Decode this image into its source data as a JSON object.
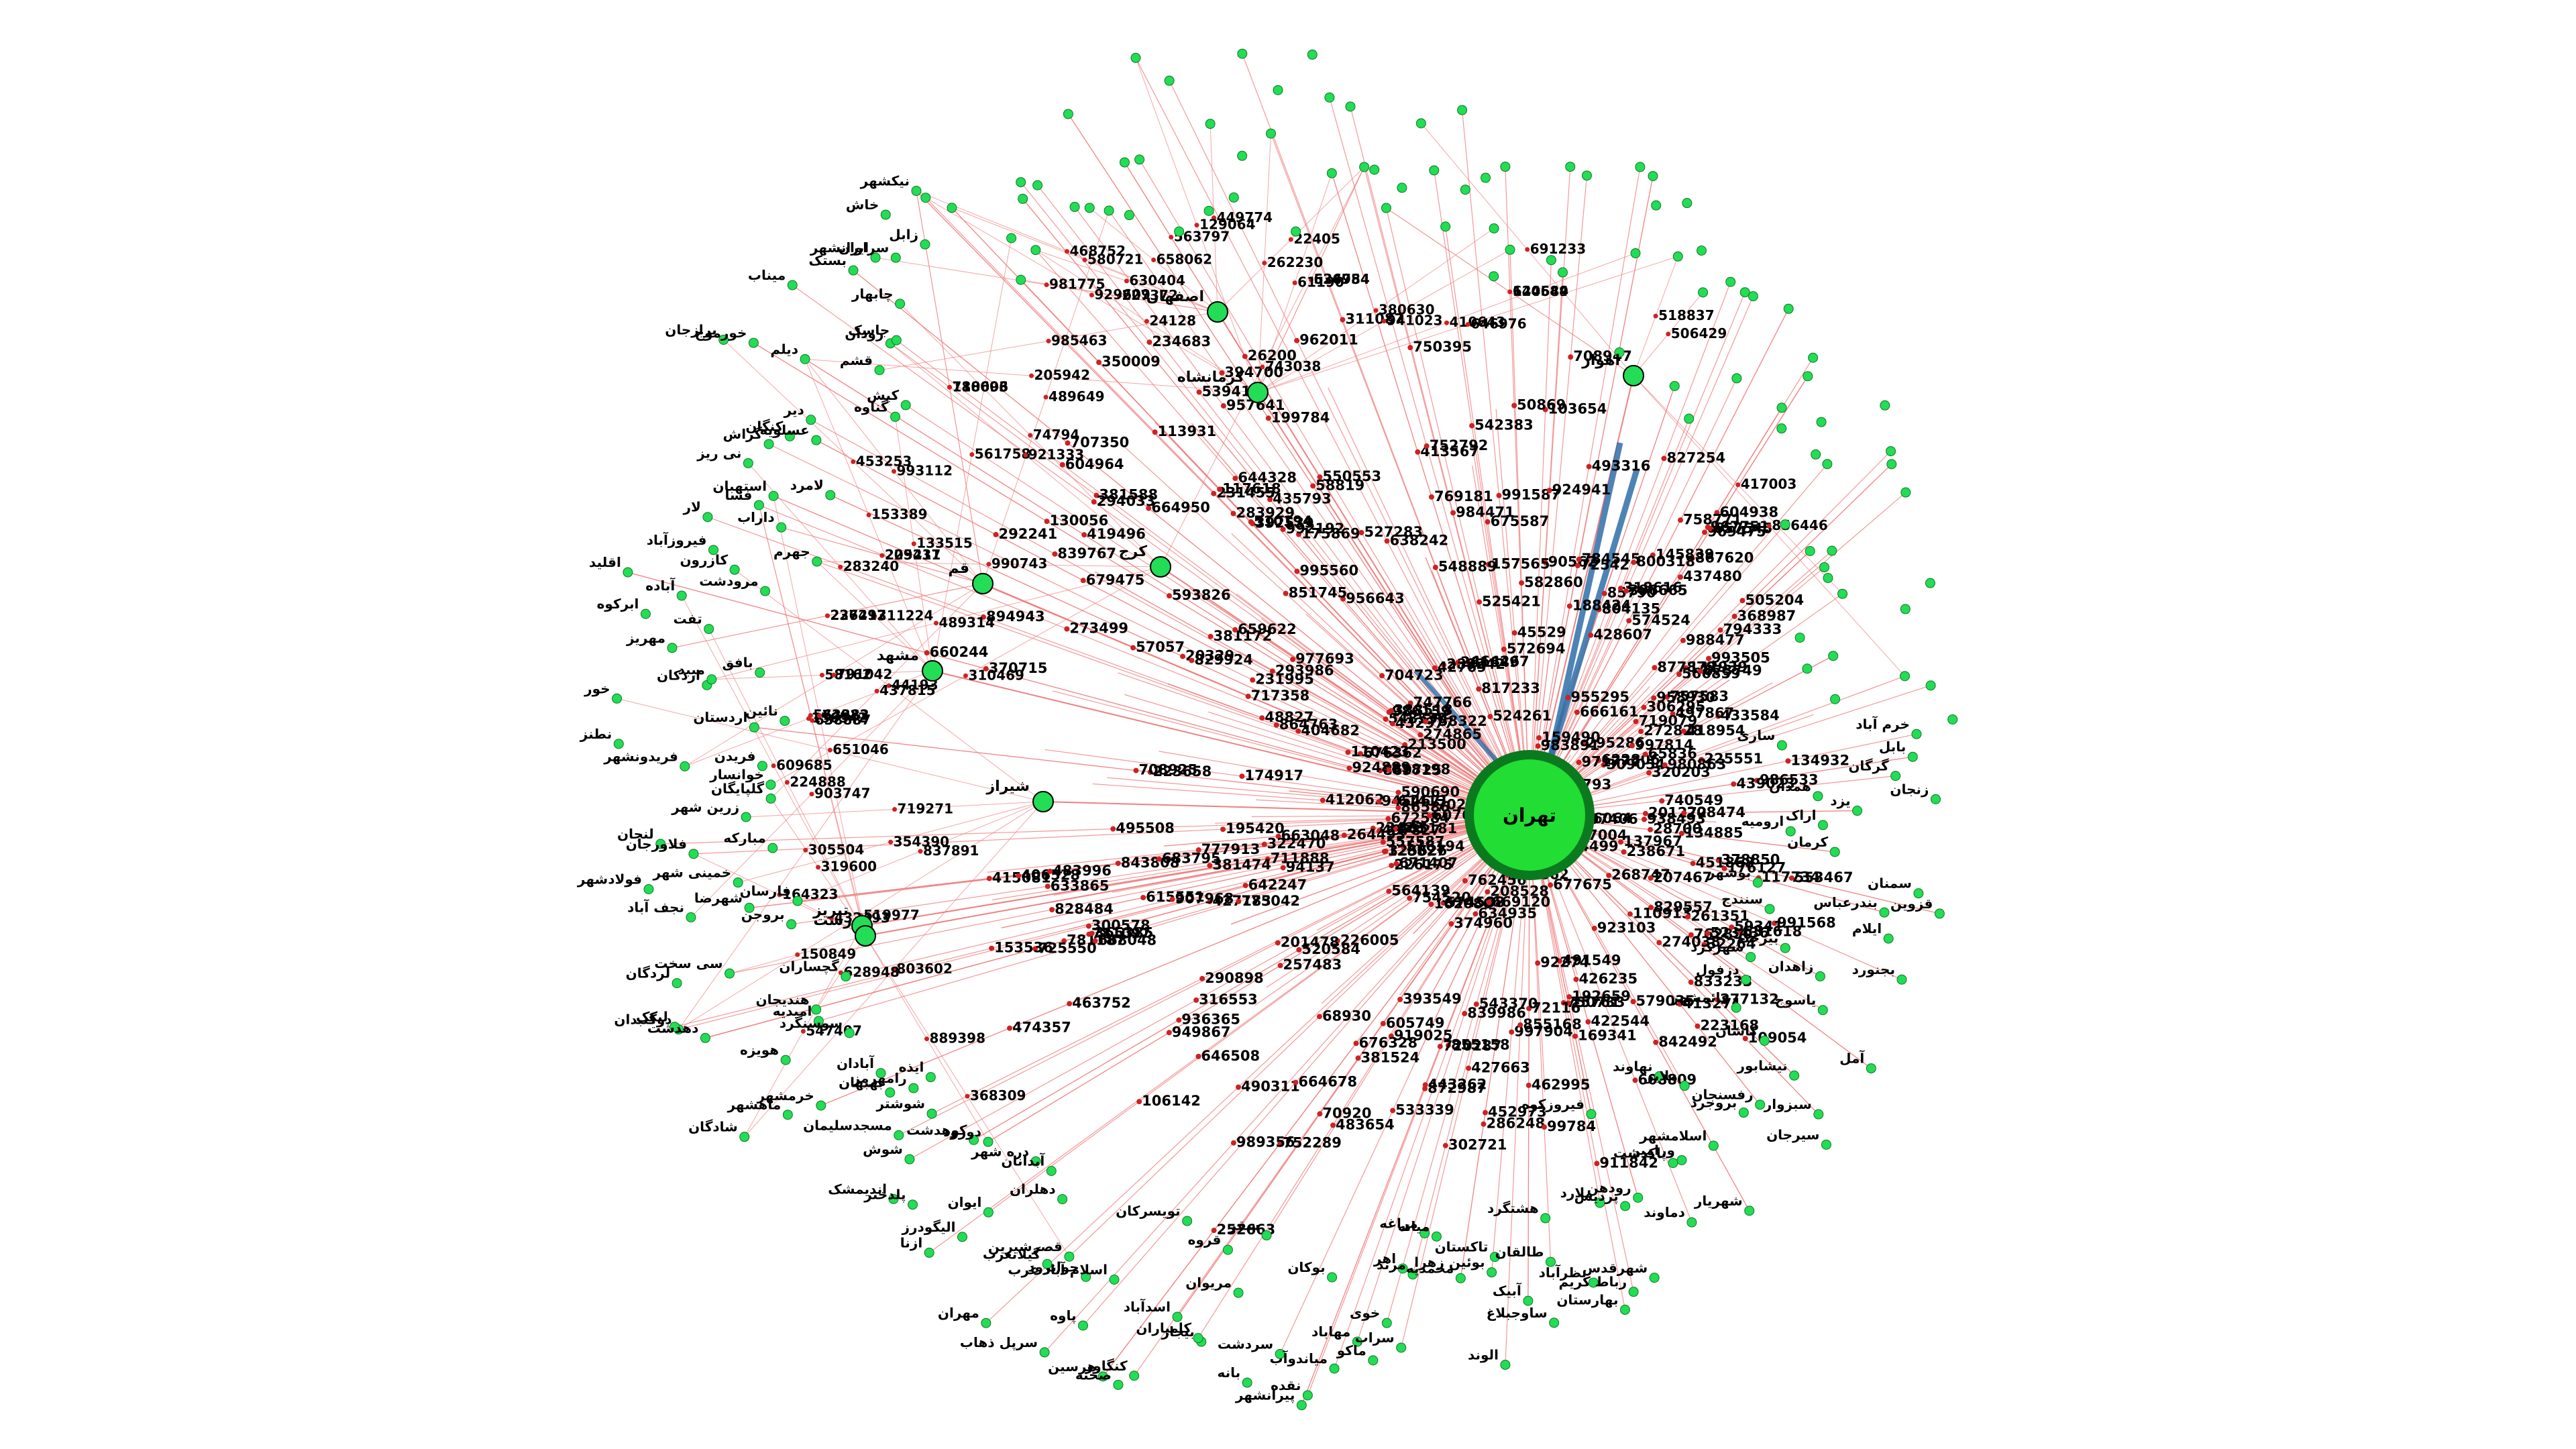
{
  "graph": {
    "hub": {
      "label": "تهران",
      "color": "#22dd33"
    },
    "colors": {
      "node": "#22dd55",
      "node_stroke": "#117722",
      "edge": "#f08080",
      "edge_marker": "#cc2222",
      "highlight_edge": "#2f6fa8",
      "label": "#000000"
    },
    "secondary_hubs": [
      {
        "label": "اصفهان"
      },
      {
        "label": "مشهد"
      },
      {
        "label": "شیراز"
      },
      {
        "label": "تبریز"
      },
      {
        "label": "کرج"
      },
      {
        "label": "قم"
      },
      {
        "label": "اهواز"
      },
      {
        "label": "کرمانشاه"
      },
      {
        "label": "رشت"
      }
    ],
    "outer_node_labels": [
      "خرم آباد",
      "ساری",
      "بابل",
      "گرگان",
      "زنجان",
      "همدان",
      "یزد",
      "اراک",
      "ارومیه",
      "کرمان",
      "سمنان",
      "قزوین",
      "بندرعباس",
      "بوشهر",
      "ایلام",
      "سنندج",
      "بجنورد",
      "بیرجند",
      "زاهدان",
      "شهرکرد",
      "یاسوج",
      "دزفول",
      "آمل",
      "قائمشهر",
      "کاشان",
      "نیشابور",
      "سبزوار",
      "سیرجان",
      "رفسنجان",
      "بروجرد",
      "ملایر",
      "نهاوند",
      "اسلامشهر",
      "شهریار",
      "ورامین",
      "پاکدشت",
      "دماوند",
      "فیروزکوه",
      "رودهن",
      "پردیس",
      "شهرقدس",
      "ملارد",
      "رباط کریم",
      "بهارستان",
      "نظرآباد",
      "هشتگرد",
      "طالقان",
      "ساوجبلاغ",
      "آبیک",
      "تاکستان",
      "بوئین زهرا",
      "الوند",
      "محمدیه",
      "میانه",
      "مراغه",
      "مرند",
      "اهر",
      "سراب",
      "خوی",
      "ماکو",
      "مهاباد",
      "بوکان",
      "میاندوآب",
      "نقده",
      "پیرانشهر",
      "سردشت",
      "سقز",
      "بانه",
      "مریوان",
      "قروه",
      "بیجار",
      "کامیاران",
      "اسدآباد",
      "تویسرکان",
      "کنگاور",
      "صحنه",
      "هرسین",
      "اسلام آباد غرب",
      "پاوه",
      "جوانرود",
      "سرپل ذهاب",
      "قصرشیرین",
      "گیلانغرب",
      "دهلران",
      "مهران",
      "آبدانان",
      "دره شهر",
      "ایوان",
      "الیگودرز",
      "ازنا",
      "دورود",
      "کوهدشت",
      "پلدختر",
      "اندیمشک",
      "شوش",
      "شوشتر",
      "مسجدسلیمان",
      "ایذه",
      "رامهرمز",
      "بهبهان",
      "آبادان",
      "خرمشهر",
      "ماهشهر",
      "شادگان",
      "سوسنگرد",
      "هویزه",
      "امیدیه",
      "هندیجان",
      "گچساران",
      "دهدشت",
      "دوگنبدان",
      "لیکک",
      "سی سخت",
      "لردگان",
      "بروجن",
      "فارسان",
      "شهرضا",
      "نجف آباد",
      "خمینی شهر",
      "فولادشهر",
      "مبارکه",
      "فلاورجان",
      "لنجان",
      "زرین شهر",
      "گلپایگان",
      "خوانسار",
      "فریدن",
      "فریدونشهر",
      "نطنز",
      "اردستان",
      "نائین",
      "خور",
      "اردکان",
      "میبد",
      "بافق",
      "مهریز",
      "تفت",
      "ابرکوه",
      "آباده",
      "اقلید",
      "مرودشت",
      "کازرون",
      "فیروزآباد",
      "جهرم",
      "لار",
      "داراب",
      "فسا",
      "استهبان",
      "نی ریز",
      "لامرد",
      "گراش",
      "کنگان",
      "عسلویه",
      "دیر",
      "برازجان",
      "خورموج",
      "دیلم",
      "گناوه",
      "کیش",
      "قشم",
      "میناب",
      "رودان",
      "جاسک",
      "بستک",
      "چابهار",
      "ایرانشهر",
      "سراوان",
      "خاش",
      "زابل",
      "نیکشهر"
    ],
    "highlighted_edges": 2,
    "hub_edge_count": 300,
    "outer_count": 260,
    "inner_count": 170
  }
}
